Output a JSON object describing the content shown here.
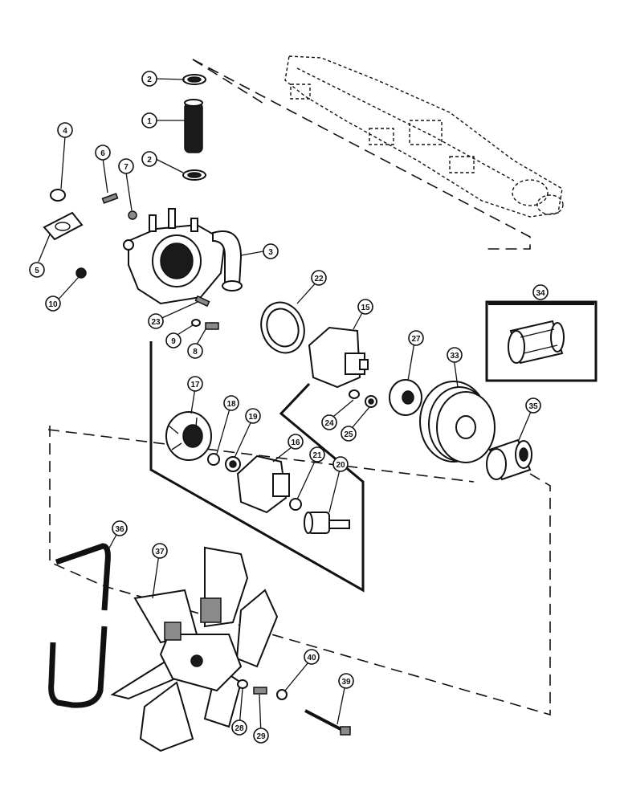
{
  "callouts": {
    "c1": "1",
    "c2a": "2",
    "c2b": "2",
    "c3": "3",
    "c4": "4",
    "c5": "5",
    "c6": "6",
    "c7": "7",
    "c8": "8",
    "c9": "9",
    "c10": "10",
    "c15": "15",
    "c16": "16",
    "c17": "17",
    "c18": "18",
    "c19": "19",
    "c20": "20",
    "c21": "21",
    "c22": "22",
    "c23": "23",
    "c24": "24",
    "c25": "25",
    "c27": "27",
    "c28": "28",
    "c29": "29",
    "c33": "33",
    "c34": "34",
    "c35": "35",
    "c36": "36",
    "c37": "37",
    "c39": "39",
    "c40": "40"
  }
}
